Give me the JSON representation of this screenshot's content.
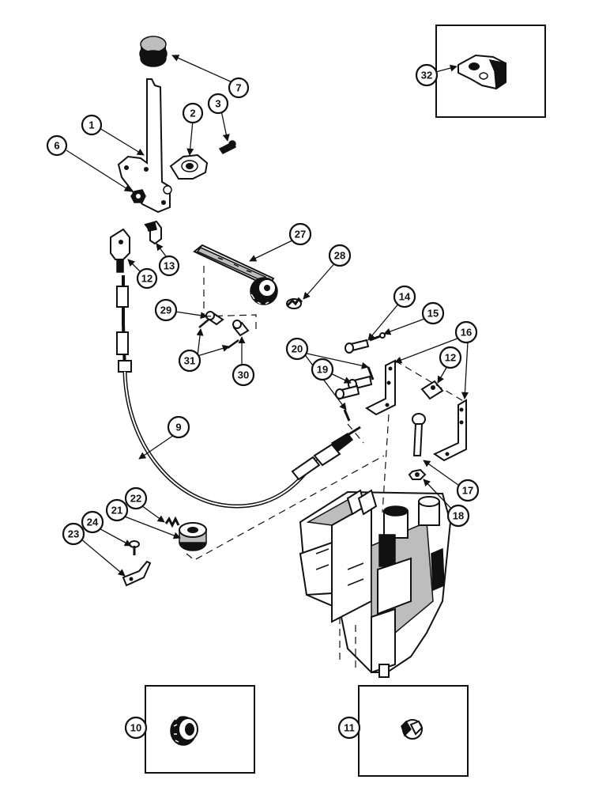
{
  "callouts": {
    "c1": "1",
    "c2": "2",
    "c3": "3",
    "c6": "6",
    "c7": "7",
    "c9": "9",
    "c10": "10",
    "c11": "11",
    "c12a": "12",
    "c12b": "12",
    "c13": "13",
    "c14": "14",
    "c15": "15",
    "c16": "16",
    "c17": "17",
    "c18": "18",
    "c19": "19",
    "c20": "20",
    "c21": "21",
    "c22": "22",
    "c23": "23",
    "c24": "24",
    "c27": "27",
    "c28": "28",
    "c29": "29",
    "c30": "30",
    "c31": "31",
    "c32": "32"
  },
  "colors": {
    "ink": "#111111",
    "paper": "#ffffff",
    "shade": "#bdbdbd"
  }
}
